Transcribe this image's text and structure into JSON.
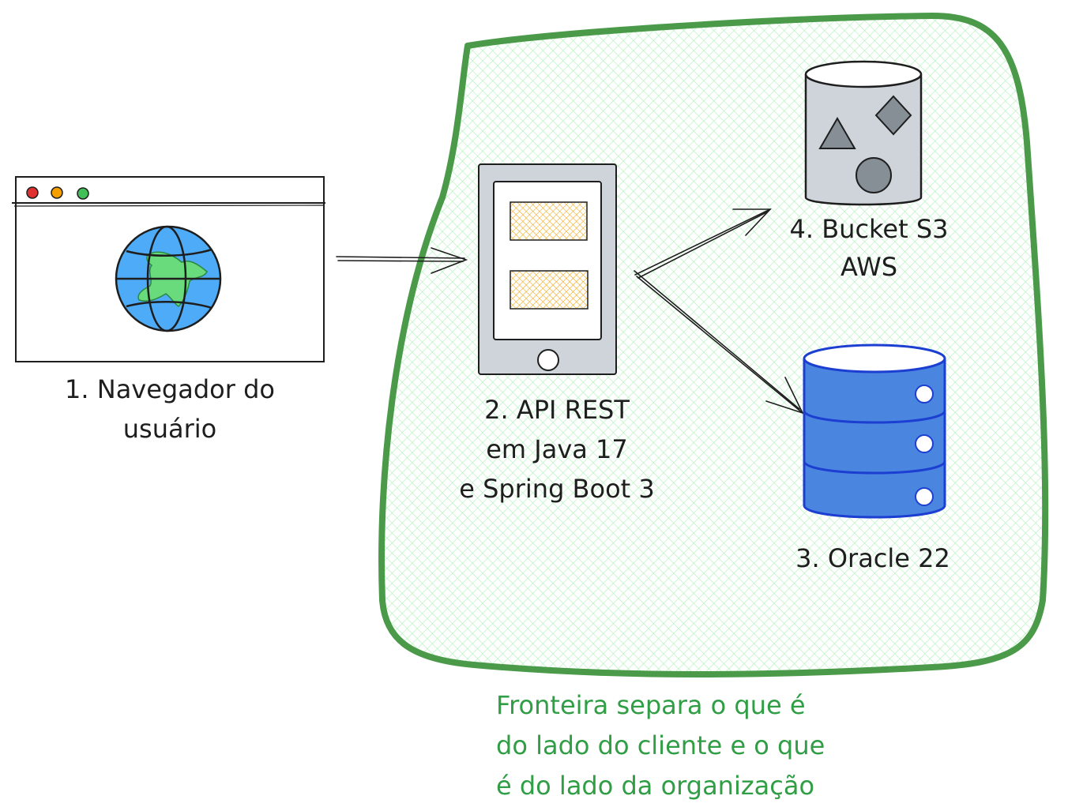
{
  "nodes": {
    "browser": {
      "lines": [
        "1. Navegador do",
        "usuário"
      ]
    },
    "api": {
      "lines": [
        "2. API REST",
        "em Java 17",
        "e Spring Boot 3"
      ]
    },
    "bucket": {
      "lines": [
        "4. Bucket S3",
        "AWS"
      ]
    },
    "database": {
      "lines": [
        "3. Oracle 22"
      ]
    }
  },
  "boundary_note": {
    "lines": [
      "Fronteira separa o que é",
      "do lado do cliente e o que",
      "é do lado da organização"
    ]
  },
  "colors": {
    "boundary_stroke": "#4a9a4a",
    "boundary_fill": "#b2f2bb",
    "note_text": "#2f9e44",
    "globe_ocean": "#4dabf7",
    "globe_land": "#69db7c",
    "window_dot_red": "#e03131",
    "window_dot_yellow": "#f59f00",
    "window_dot_green": "#40c057",
    "api_panel_fill": "#ffd8a8",
    "api_panel_hatch": "#f59f00",
    "bucket_fill": "#ced4da",
    "bucket_shapes": "#868e96",
    "db_fill": "#4a86e0",
    "db_stroke": "#1c3fd1",
    "ink": "#1e1e1e"
  },
  "icons": [
    "browser-window-icon",
    "globe-icon",
    "tablet-icon",
    "bucket-icon",
    "database-icon"
  ]
}
